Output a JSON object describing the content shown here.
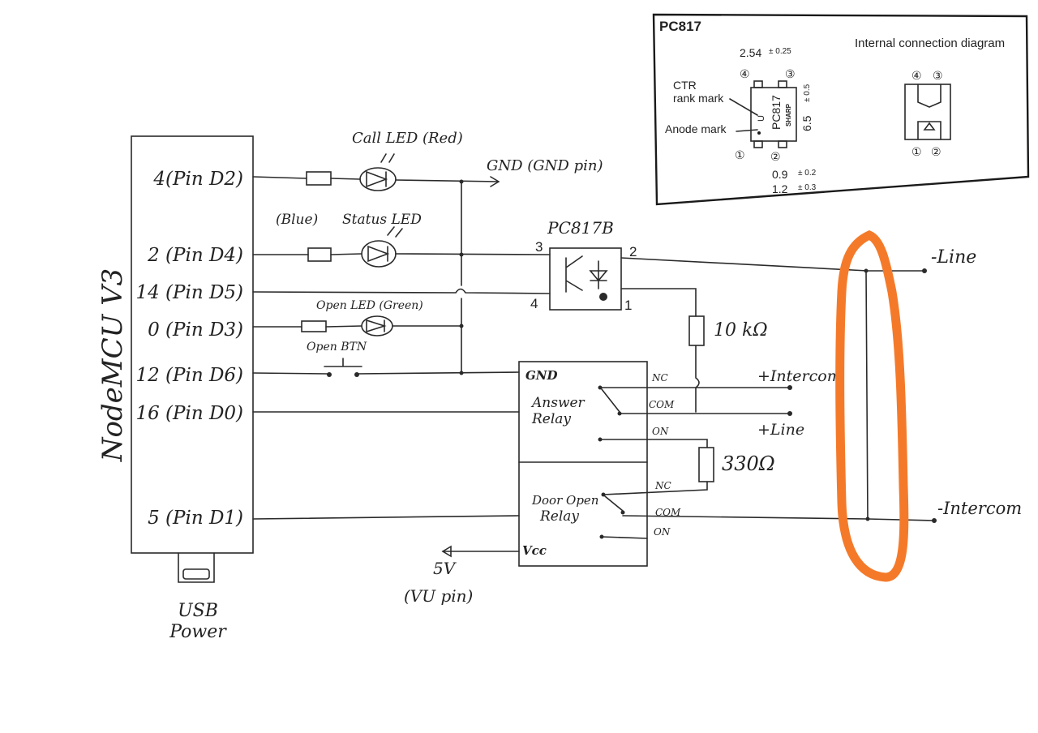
{
  "board": {
    "label": "NodeMCU V3"
  },
  "usb": {
    "line1": "USB",
    "line2": "Power"
  },
  "pins": {
    "d2": "4(Pin D2)",
    "d4": "2 (Pin D4)",
    "d5": "14 (Pin D5)",
    "d3": "0 (Pin D3)",
    "d6": "12 (Pin D6)",
    "d0": "16 (Pin D0)",
    "d1": "5 (Pin D1)"
  },
  "components": {
    "call_led": "Call LED (Red)",
    "status_led_color": "(Blue)",
    "status_led": "Status LED",
    "open_led": "Open LED (Green)",
    "open_btn": "Open BTN",
    "gnd_label": "GND (GND pin)",
    "opto_name": "PC817B",
    "opto_pin1": "1",
    "opto_pin2": "2",
    "opto_pin3": "3",
    "opto_pin4": "4",
    "r10k": "10 kΩ",
    "r330": "330Ω",
    "supply_v": "5V",
    "supply_pin": "(VU pin)"
  },
  "relays": {
    "gnd": "GND",
    "vcc": "Vcc",
    "answer_line1": "Answer",
    "answer_line2": "Relay",
    "door_line1": "Door Open",
    "door_line2": "Relay",
    "nc": "NC",
    "com": "COM",
    "on": "ON"
  },
  "terminals": {
    "plus_intercom": "+Intercom",
    "plus_line": "+Line",
    "minus_line": "-Line",
    "minus_intercom": "-Intercom"
  },
  "datasheet": {
    "title": "PC817",
    "subtitle": "Internal connection diagram",
    "pitch": "2.54",
    "pitch_tol": "± 0.25",
    "ctr_line1": "CTR",
    "ctr_line2": "rank mark",
    "anode_mark": "Anode mark",
    "chip_text": "PC817",
    "chip_brand": "SHARP",
    "chip_rank": "U",
    "height": "6.5",
    "height_tol": "± 0.5",
    "dim1": "0.9",
    "dim1_tol": "± 0.2",
    "dim2": "1.2",
    "dim2_tol": "± 0.3",
    "pin1": "①",
    "pin2": "②",
    "pin3": "③",
    "pin4": "④"
  },
  "colors": {
    "highlight": "#f47a2a",
    "ink": "#2a2a2a"
  }
}
